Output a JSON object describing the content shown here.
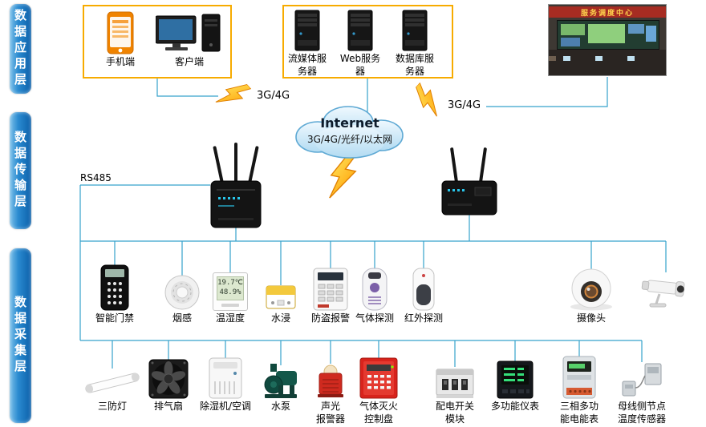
{
  "layers": [
    {
      "label": "数据应用层"
    },
    {
      "label": "数据传输层"
    },
    {
      "label": "数据采集层"
    }
  ],
  "application": {
    "phone_label": "手机端",
    "client_label": "客户端",
    "servers": [
      {
        "label": "流媒体服\n务器"
      },
      {
        "label": "Web服务\n器"
      },
      {
        "label": "数据库服\n务器"
      }
    ],
    "dispatch_center_label": "服务调度中心"
  },
  "transmission": {
    "cloud_title": "Internet",
    "cloud_subtitle": "3G/4G/光纤/以太网",
    "left_link_label": "3G/4G",
    "right_link_label": "3G/4G",
    "bus_label": "RS485"
  },
  "collection": {
    "row1": [
      {
        "label": "智能门禁"
      },
      {
        "label": "烟感"
      },
      {
        "label": "温湿度"
      },
      {
        "label": "水浸"
      },
      {
        "label": "防盗报警"
      },
      {
        "label": "气体探测"
      },
      {
        "label": "红外探测"
      },
      {
        "label": "摄像头"
      }
    ],
    "row2": [
      {
        "label": "三防灯"
      },
      {
        "label": "排气扇"
      },
      {
        "label": "除湿机/空调"
      },
      {
        "label": "水泵"
      },
      {
        "label": "声光\n报警器"
      },
      {
        "label": "气体灭火\n控制盘"
      },
      {
        "label": "配电开关\n模块"
      },
      {
        "label": "多功能仪表"
      },
      {
        "label": "三相多功\n能电能表"
      },
      {
        "label": "母线侧节点\n温度传感器"
      }
    ]
  },
  "device_displays": {
    "temperature": "19.7℃",
    "humidity": "48.9%"
  },
  "colors": {
    "layer_bar": "#0b5fa9",
    "group_border": "#f7ab00",
    "line": "#36a2cc",
    "lightning": "#ffb300",
    "cloud_fill": "#cfeafb",
    "cloud_stroke": "#5ea9d4"
  }
}
